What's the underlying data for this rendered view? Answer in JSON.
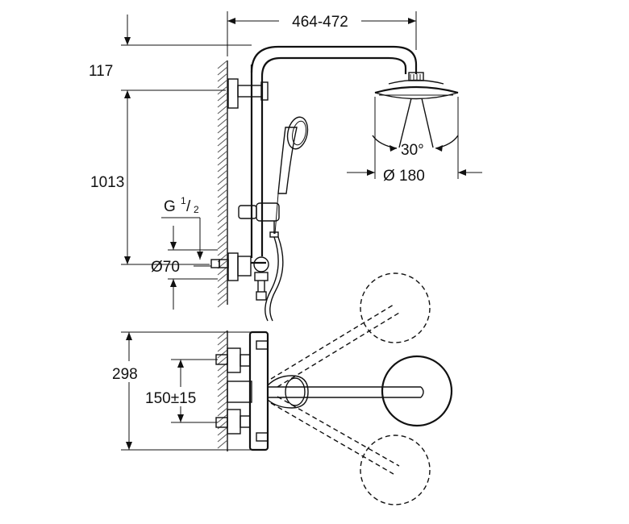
{
  "dimensions": {
    "arm_reach": "464-472",
    "top_offset": "117",
    "rail_height": "1013",
    "thread": "G",
    "thread_fraction_num": "1",
    "thread_fraction_den": "2",
    "escutcheon_diameter": "Ø70",
    "spray_angle": "30°",
    "head_diameter": "Ø 180",
    "mixer_height": "298",
    "inlet_spacing": "150±15"
  }
}
